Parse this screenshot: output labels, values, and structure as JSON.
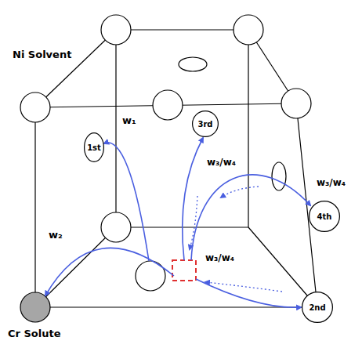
{
  "diagram": {
    "nodes": [
      {
        "text": [
          "3rd"
        ]
      },
      {
        "text": [
          "1st"
        ]
      },
      {
        "text": [
          "4th"
        ]
      },
      {
        "text": [
          "2nd"
        ]
      }
    ],
    "labels": [
      "Ni Solvent",
      "w₁",
      "w₃/w₄",
      "w₃/w₄",
      "w₂",
      "w₃/w₄",
      "Cr Solute"
    ]
  }
}
